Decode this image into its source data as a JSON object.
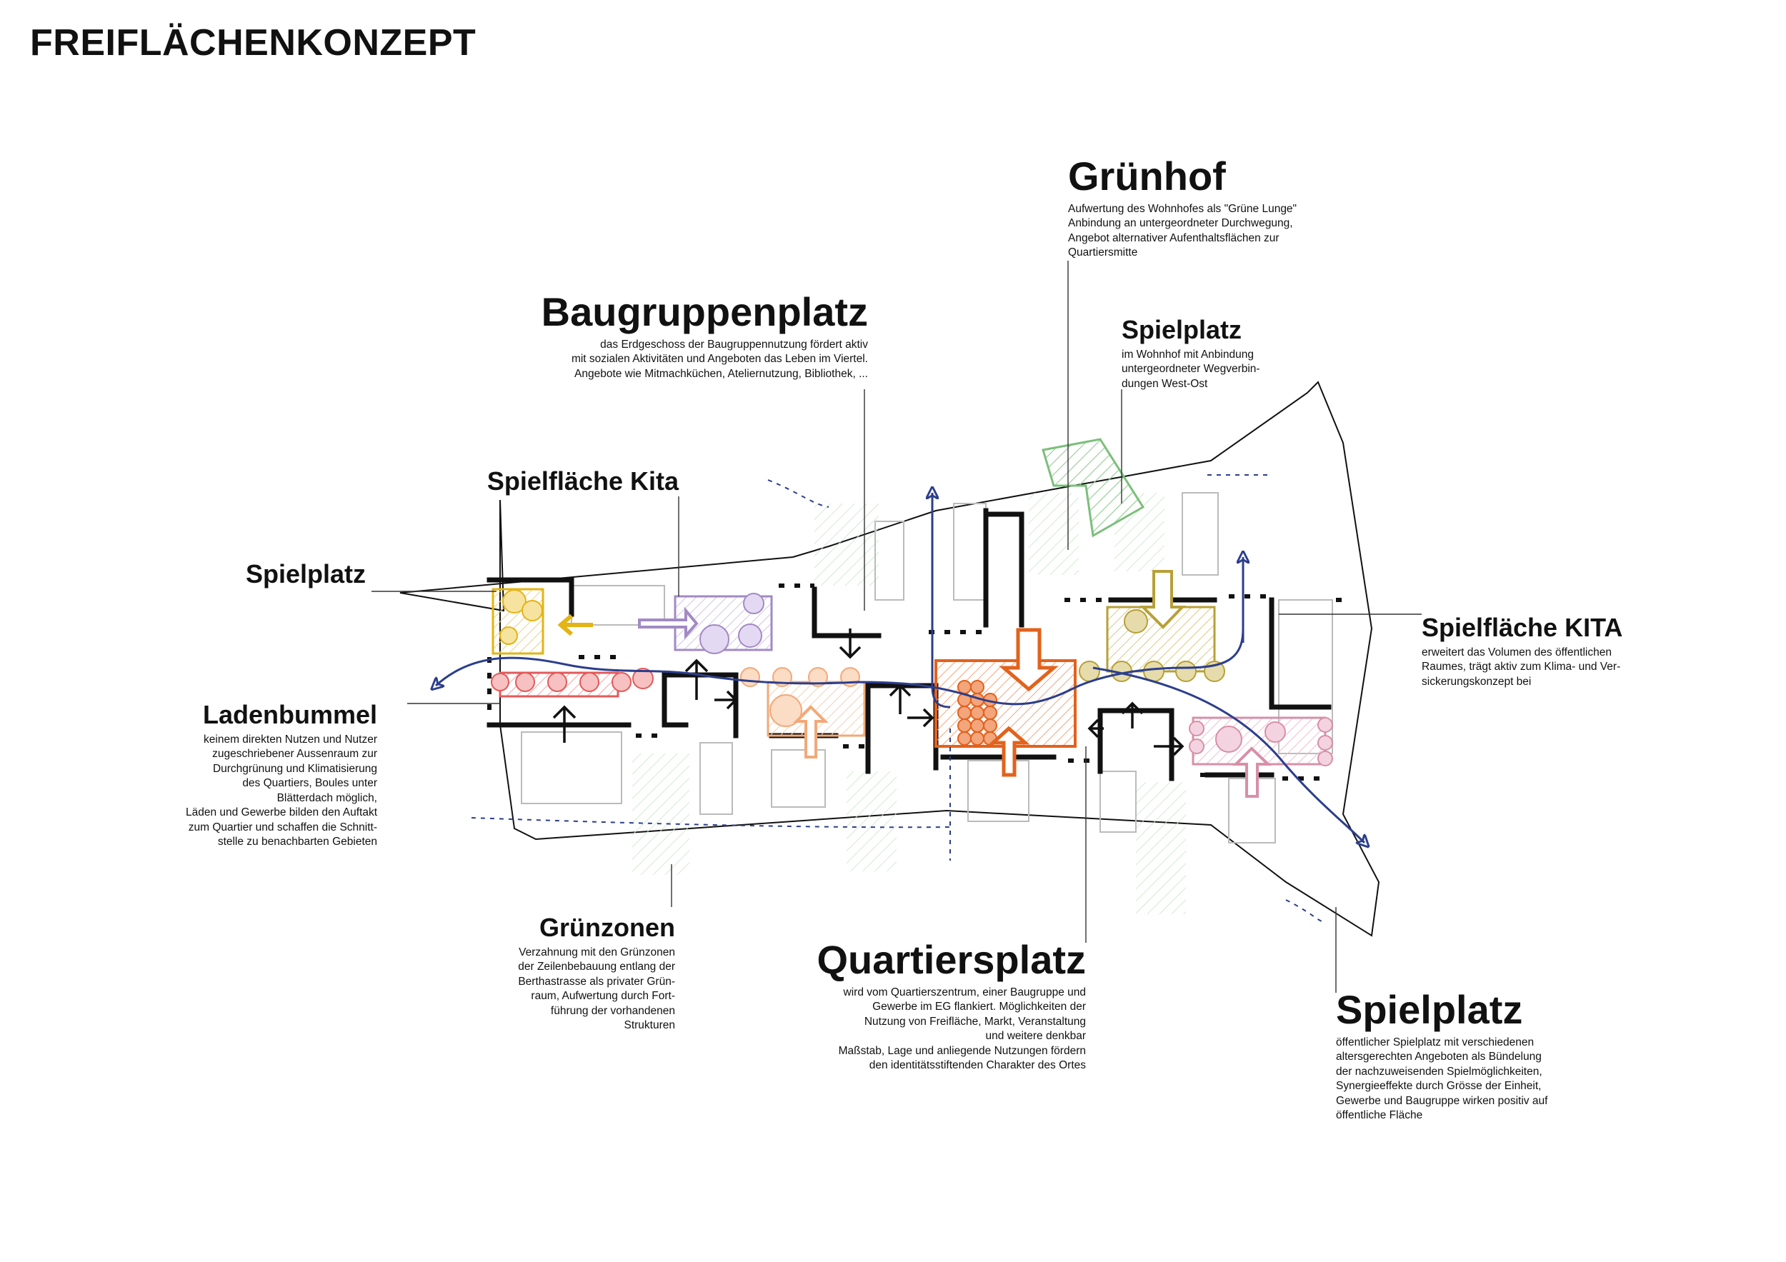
{
  "page": {
    "title": "FREIFLÄCHENKONZEPT"
  },
  "colors": {
    "line": "#111111",
    "path_blue": "#2c3e8c",
    "green": "#7bbf7b",
    "yellow": "#e3b414",
    "lilac": "#a28ac4",
    "red": "#e25a5a",
    "peach": "#f2a97a",
    "orange": "#e2621c",
    "olive": "#b8a037",
    "pink": "#d88fa8"
  },
  "labels": {
    "gruenhof": {
      "title": "Grünhof",
      "text": "Aufwertung des Wohnhofes als \"Grüne Lunge\"\nAnbindung an untergeordneter Durchwegung,\nAngebot alternativer Aufenthaltsflächen zur\nQuartiersmitte"
    },
    "baugruppenplatz": {
      "title": "Baugruppenplatz",
      "text": "das Erdgeschoss der Baugruppennutzung fördert aktiv\nmit sozialen Aktivitäten und Angeboten das Leben im Viertel.\nAngebote wie Mitmachküchen, Ateliernutzung, Bibliothek, ..."
    },
    "spielplatz_hof": {
      "title": "Spielplatz",
      "text": "im Wohnhof mit Anbindung\nuntergeordneter Wegverbin-\ndungen West-Ost"
    },
    "spielflaeche_kita_west": {
      "title": "Spielfläche Kita"
    },
    "spielplatz_west": {
      "title": "Spielplatz"
    },
    "spielflaeche_kita_ost": {
      "title": "Spielfläche KITA",
      "text": "erweitert das Volumen des öffentlichen\nRaumes, trägt aktiv zum Klima- und Ver-\nsickerungskonzept bei"
    },
    "ladenbummel": {
      "title": "Ladenbummel",
      "text": "keinem direkten Nutzen und Nutzer\nzugeschriebener Aussenraum zur\nDurchgrünung und Klimatisierung\ndes Quartiers, Boules unter\nBlätterdach möglich,\nLäden und Gewerbe bilden den Auftakt\nzum Quartier und schaffen die Schnitt-\nstelle zu benachbarten Gebieten"
    },
    "gruenzonen": {
      "title": "Grünzonen",
      "text": "Verzahnung mit den Grünzonen\nder Zeilenbebauung entlang der\nBerthastrasse als privater Grün-\nraum, Aufwertung durch Fort-\nführung der vorhandenen\nStrukturen"
    },
    "quartiersplatz": {
      "title": "Quartiersplatz",
      "text": "wird vom Quartierszentrum, einer Baugruppe und\nGewerbe im EG flankiert. Möglichkeiten der\nNutzung von Freifläche, Markt, Veranstaltung\nund weitere denkbar\nMaßstab, Lage und anliegende Nutzungen fördern\nden identitätsstiftenden Charakter des Ortes"
    },
    "spielplatz_ost": {
      "title": "Spielplatz",
      "text": "öffentlicher Spielplatz mit verschiedenen\naltersgerechten Angeboten als Bündelung\nder nachzuweisenden Spielmöglichkeiten,\nSynergieeffekte durch Grösse der Einheit,\nGewerbe und Baugruppe wirken positiv auf\nöffentliche Fläche"
    }
  }
}
